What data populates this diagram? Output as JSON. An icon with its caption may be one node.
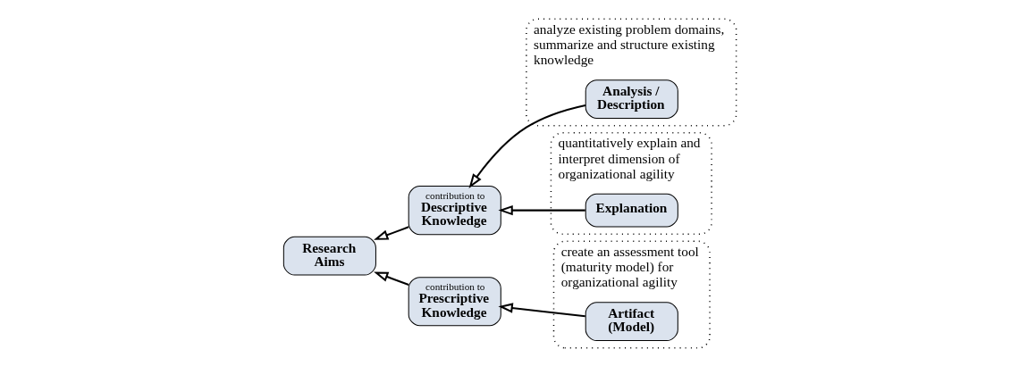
{
  "diagram": {
    "nodes": [
      {
        "text": [
          "Research Aims"
        ]
      },
      {
        "text": [
          "contribution to",
          "Descriptive Knowledge"
        ]
      },
      {
        "text": [
          "contribution to",
          "Prescriptive Knowledge"
        ]
      },
      {
        "text": [
          "analyze existing problem domains, summarize and structure existing knowledge"
        ]
      },
      {
        "text": [
          "Analysis / Description"
        ],
        "in": 3
      },
      {
        "text": [
          "quantitatively explain and interpret dimension of organizational agility"
        ]
      },
      {
        "text": [
          "Explanation"
        ],
        "in": 5
      },
      {
        "text": [
          "create an assessment tool (maturity model) for organizational agility"
        ]
      },
      {
        "text": [
          "Artifact (Model)"
        ],
        "in": 7
      }
    ],
    "edges": [
      {
        "from": 1,
        "to": 0,
        "arrow": "to"
      },
      {
        "from": 2,
        "to": 0,
        "arrow": "to"
      },
      {
        "from": 4,
        "to": 1,
        "arrow": "to"
      },
      {
        "from": 6,
        "to": 1,
        "arrow": "to"
      },
      {
        "from": 8,
        "to": 2,
        "arrow": "to"
      }
    ]
  }
}
